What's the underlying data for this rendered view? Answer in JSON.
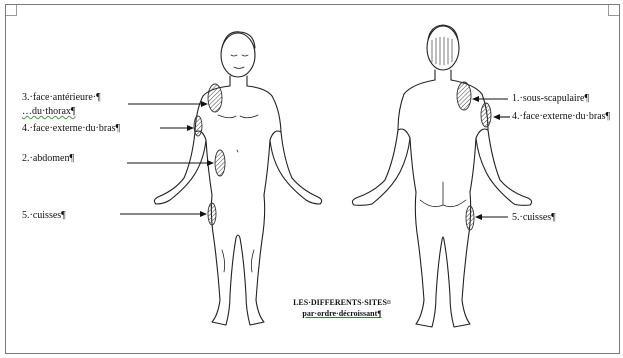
{
  "front_labels": {
    "site3_line1": "3.·face·antérieure·¶",
    "site3_line2": "…du·thorax¶",
    "site4": "4.·face·externe·du·bras¶",
    "site2": "2.·abdomen¶",
    "site5": "5.·cuisses¶"
  },
  "back_labels": {
    "site1": "1.·sous-scapulaire¶",
    "site4": "4.·face·externe·du·bras¶",
    "site5": "5.·cuisses¶"
  },
  "caption": {
    "line1": "LES·DIFFERENTS·SITES¤",
    "line2": "par·ordre·décroissant¶"
  },
  "colors": {
    "ink": "#111111",
    "hatch": "#555555",
    "frame": "#7a7a7a"
  }
}
